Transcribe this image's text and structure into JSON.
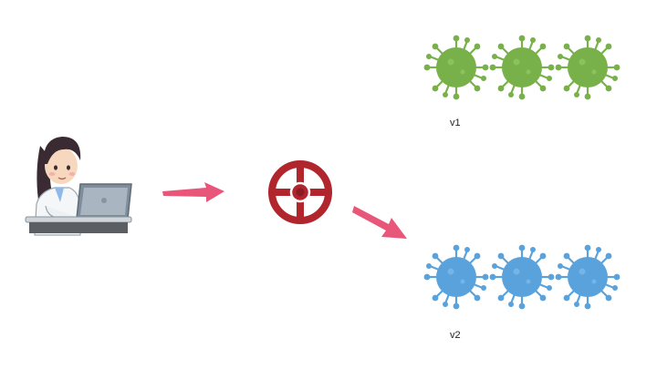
{
  "diagram": {
    "developer": {
      "icon": "developer-at-laptop-icon"
    },
    "router": {
      "icon": "valve-wheel-icon",
      "color": "#b0262c"
    },
    "arrow_color": "#e8577a",
    "versions": [
      {
        "label": "v1",
        "color": "#78b04a",
        "instances": 3
      },
      {
        "label": "v2",
        "color": "#5aa2dc",
        "instances": 3
      }
    ]
  }
}
